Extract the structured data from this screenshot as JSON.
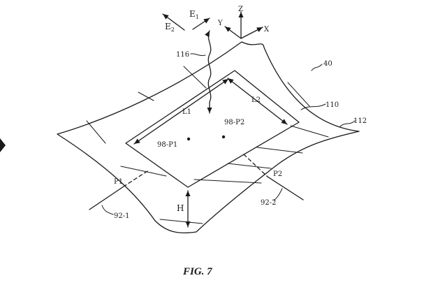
{
  "figure": {
    "caption": "FIG. 7",
    "labels": {
      "surface": "40",
      "wave": "116",
      "plate": "110",
      "substrate": "112",
      "length_1": "L1",
      "length_2": "L2",
      "point_1": "98-P1",
      "point_2": "98-P2",
      "plane_1": "P1",
      "plane_2": "P2",
      "line_1": "92-1",
      "line_2": "92-2",
      "height": "H"
    },
    "axes": {
      "x": "X",
      "y": "Y",
      "z": "Z"
    },
    "fields": {
      "e1_base": "E",
      "e1_sub": "1",
      "e2_base": "E",
      "e2_sub": "2"
    }
  }
}
